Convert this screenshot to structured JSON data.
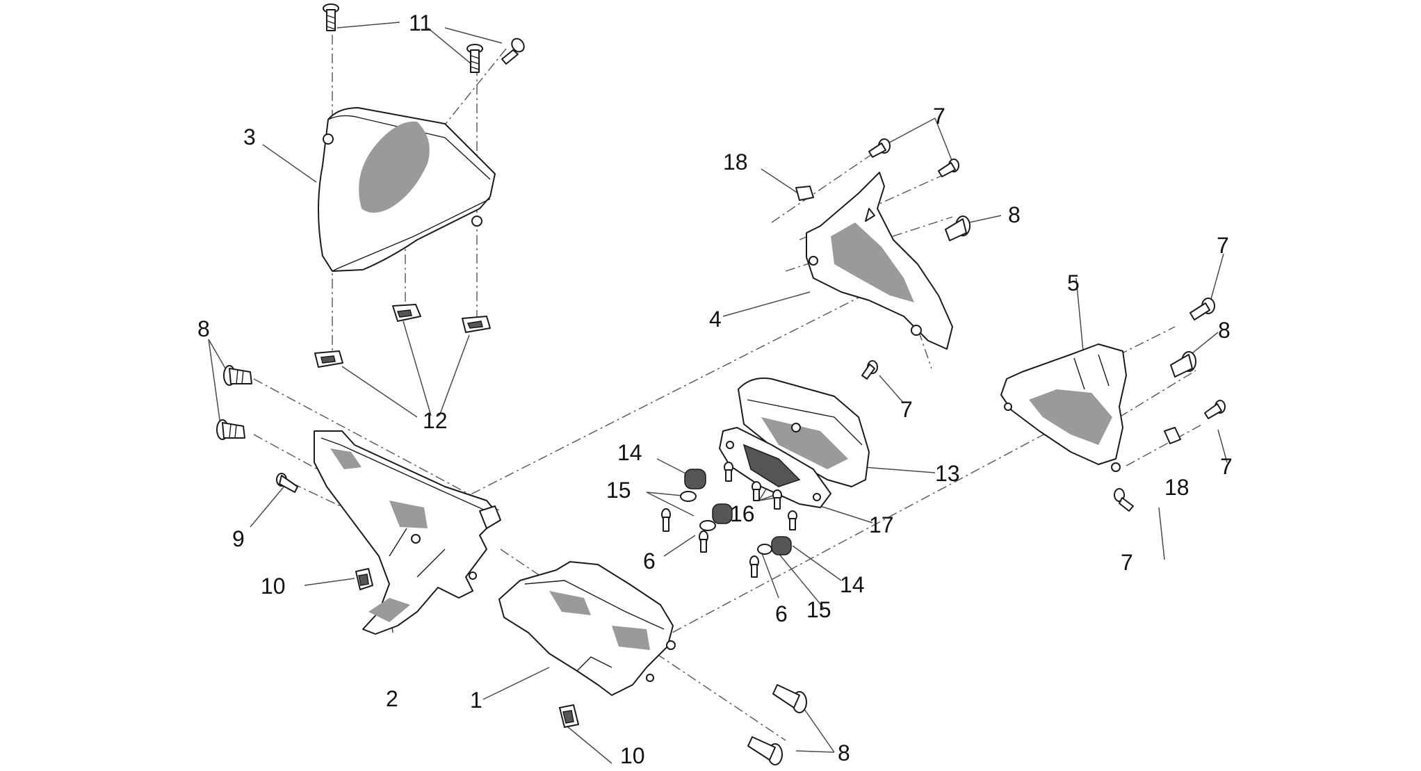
{
  "callouts": [
    {
      "id": "c-11",
      "text": "11"
    },
    {
      "id": "c-3",
      "text": "3"
    },
    {
      "id": "c-7a",
      "text": "7"
    },
    {
      "id": "c-18a",
      "text": "18"
    },
    {
      "id": "c-8a",
      "text": "8"
    },
    {
      "id": "c-7b",
      "text": "7"
    },
    {
      "id": "c-5",
      "text": "5"
    },
    {
      "id": "c-8b",
      "text": "8"
    },
    {
      "id": "c-4",
      "text": "4"
    },
    {
      "id": "c-8c",
      "text": "8"
    },
    {
      "id": "c-7c",
      "text": "7"
    },
    {
      "id": "c-12",
      "text": "12"
    },
    {
      "id": "c-14a",
      "text": "14"
    },
    {
      "id": "c-13",
      "text": "13"
    },
    {
      "id": "c-7d",
      "text": "7"
    },
    {
      "id": "c-18b",
      "text": "18"
    },
    {
      "id": "c-15a",
      "text": "15"
    },
    {
      "id": "c-16",
      "text": "16"
    },
    {
      "id": "c-17",
      "text": "17"
    },
    {
      "id": "c-9",
      "text": "9"
    },
    {
      "id": "c-6a",
      "text": "6"
    },
    {
      "id": "c-7e",
      "text": "7"
    },
    {
      "id": "c-14b",
      "text": "14"
    },
    {
      "id": "c-10a",
      "text": "10"
    },
    {
      "id": "c-6b",
      "text": "6"
    },
    {
      "id": "c-15b",
      "text": "15"
    },
    {
      "id": "c-2",
      "text": "2"
    },
    {
      "id": "c-1",
      "text": "1"
    },
    {
      "id": "c-8d",
      "text": "8"
    },
    {
      "id": "c-10b",
      "text": "10"
    }
  ]
}
